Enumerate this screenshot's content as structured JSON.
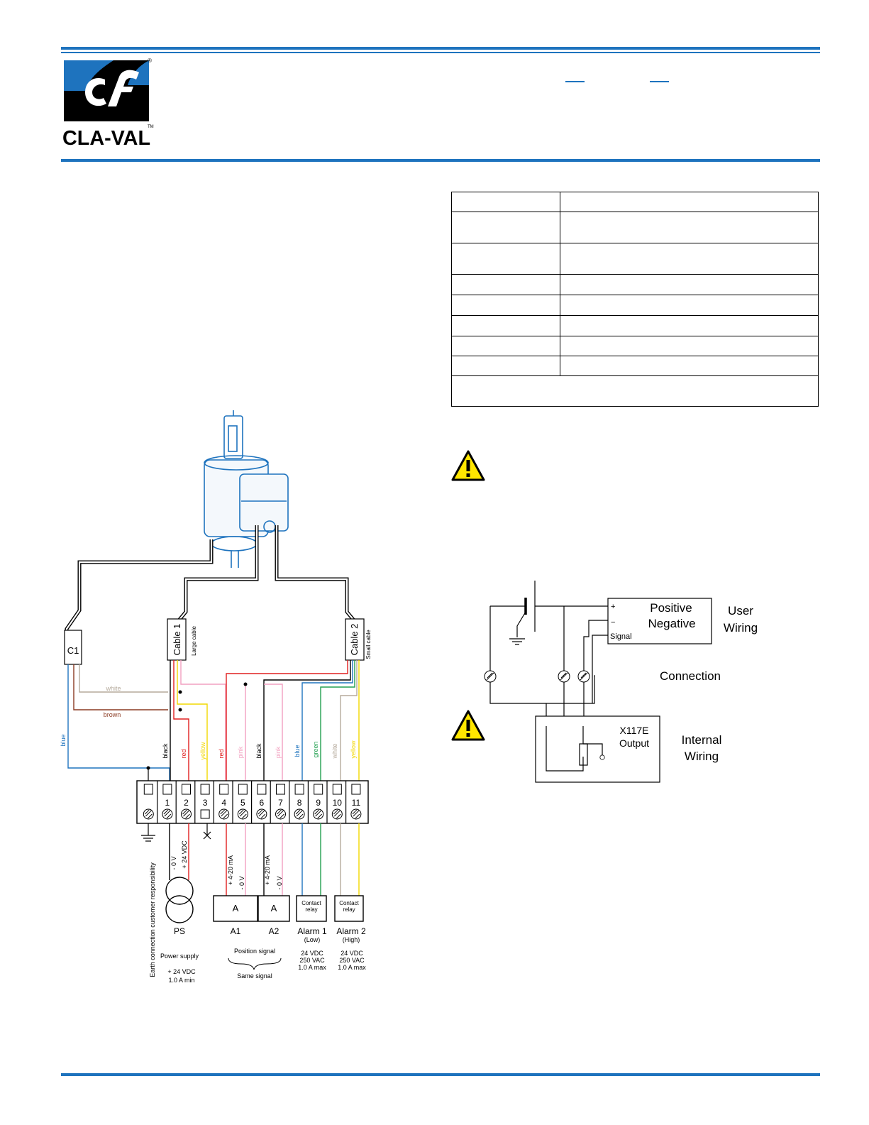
{
  "logo": {
    "brand": "CLA-VAL",
    "registered": "®",
    "trademark": "TM"
  },
  "colors": {
    "accent": "#1e73be",
    "warning_fill": "#ffe600"
  },
  "header_blanks": 2,
  "spec_table_rows": 9,
  "wiring_diagram": {
    "connectors": {
      "c1": "C1",
      "cable1": "Cable 1",
      "cable1_note": "Large cable",
      "cable2": "Cable 2",
      "cable2_note": "Small cable"
    },
    "wires": {
      "white": "white",
      "brown": "brown",
      "blue": "blue",
      "black": "black",
      "red": "red",
      "yellow": "yellow",
      "pink": "pink",
      "green": "green"
    },
    "terminals": [
      "1",
      "2",
      "3",
      "4",
      "5",
      "6",
      "7",
      "8",
      "9",
      "10",
      "11"
    ],
    "signals": {
      "minus_0v": "- 0 V",
      "plus_24vdc": "+ 24 VDC",
      "plus_4_20ma": "+ 4-20 mA"
    },
    "earth_note": "Earth connection customer responsibility",
    "devices": {
      "ps": "PS",
      "ammeter": "A",
      "a1": "A1",
      "a2": "A2",
      "contact_relay_1": "Contact",
      "contact_relay_2": "relay",
      "alarm1": "Alarm 1",
      "alarm1_sub": "(Low)",
      "alarm2": "Alarm 2",
      "alarm2_sub": "(High)"
    },
    "notes": {
      "power_supply": "Power supply",
      "ps_rating_1": "+ 24 VDC",
      "ps_rating_2": "1.0 A min",
      "position_signal": "Position signal",
      "same_signal": "Same signal",
      "alarm_rating_1": "24 VDC",
      "alarm_rating_2": "250 VAC",
      "alarm_rating_3": "1.0 A max"
    }
  },
  "connection_diagram": {
    "plus": "+",
    "minus": "−",
    "signal": "Signal",
    "positive": "Positive",
    "negative": "Negative",
    "user_wiring_1": "User",
    "user_wiring_2": "Wiring",
    "connection": "Connection",
    "x117e": "X117E",
    "output": "Output",
    "internal_wiring_1": "Internal",
    "internal_wiring_2": "Wiring"
  }
}
